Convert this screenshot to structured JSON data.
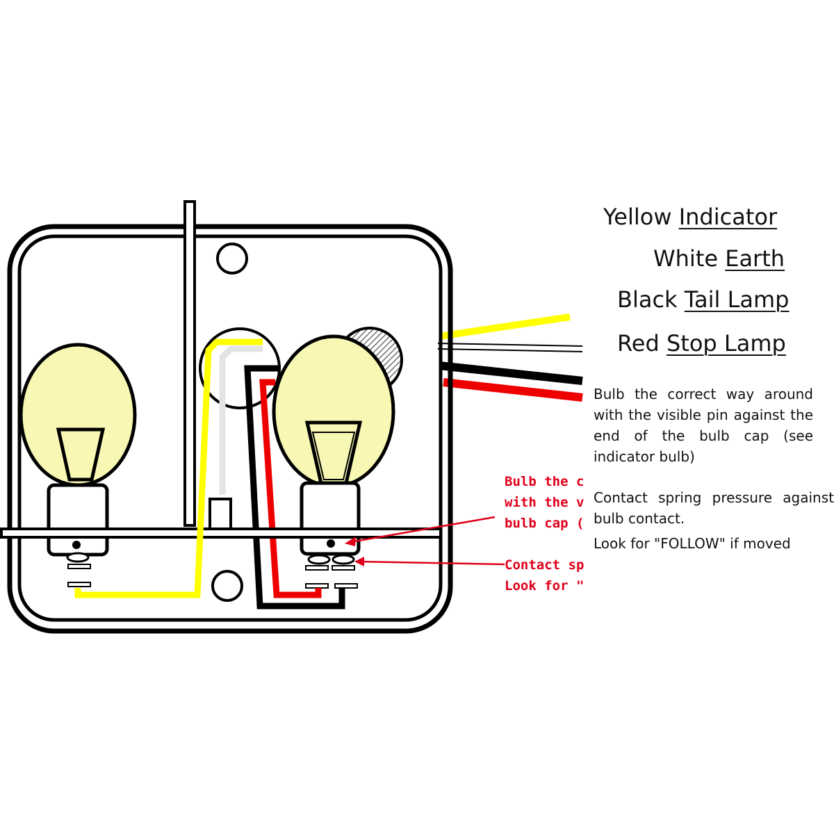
{
  "legend": {
    "yellow": {
      "color_word": "Yellow",
      "function": "Indicator"
    },
    "white": {
      "color_word": "White",
      "function": "Earth"
    },
    "black": {
      "color_word": "Black",
      "function": "Tail Lamp"
    },
    "red": {
      "color_word": "Red",
      "function": "Stop Lamp"
    }
  },
  "notes": {
    "bulb_orientation": "Bulb the correct way around with the visible pin against the end of the bulb cap (see indicator bulb)",
    "spring": "Contact spring pressure against bulb contact.",
    "follow": "Look for \"FOLLOW\" if moved"
  },
  "clipped_notes": {
    "line1": "Bulb the cc",
    "line2": "with the vi:",
    "line3": "bulb cap (s",
    "line4": "Contact spr",
    "line5": "Look for \"F"
  },
  "wire_colors": {
    "yellow": "#ffff00",
    "white": "#e8e8e8",
    "black": "#000000",
    "red": "#ee0000"
  },
  "bulb_color": "#f8f8b4",
  "annotation_color": "#e0001a"
}
